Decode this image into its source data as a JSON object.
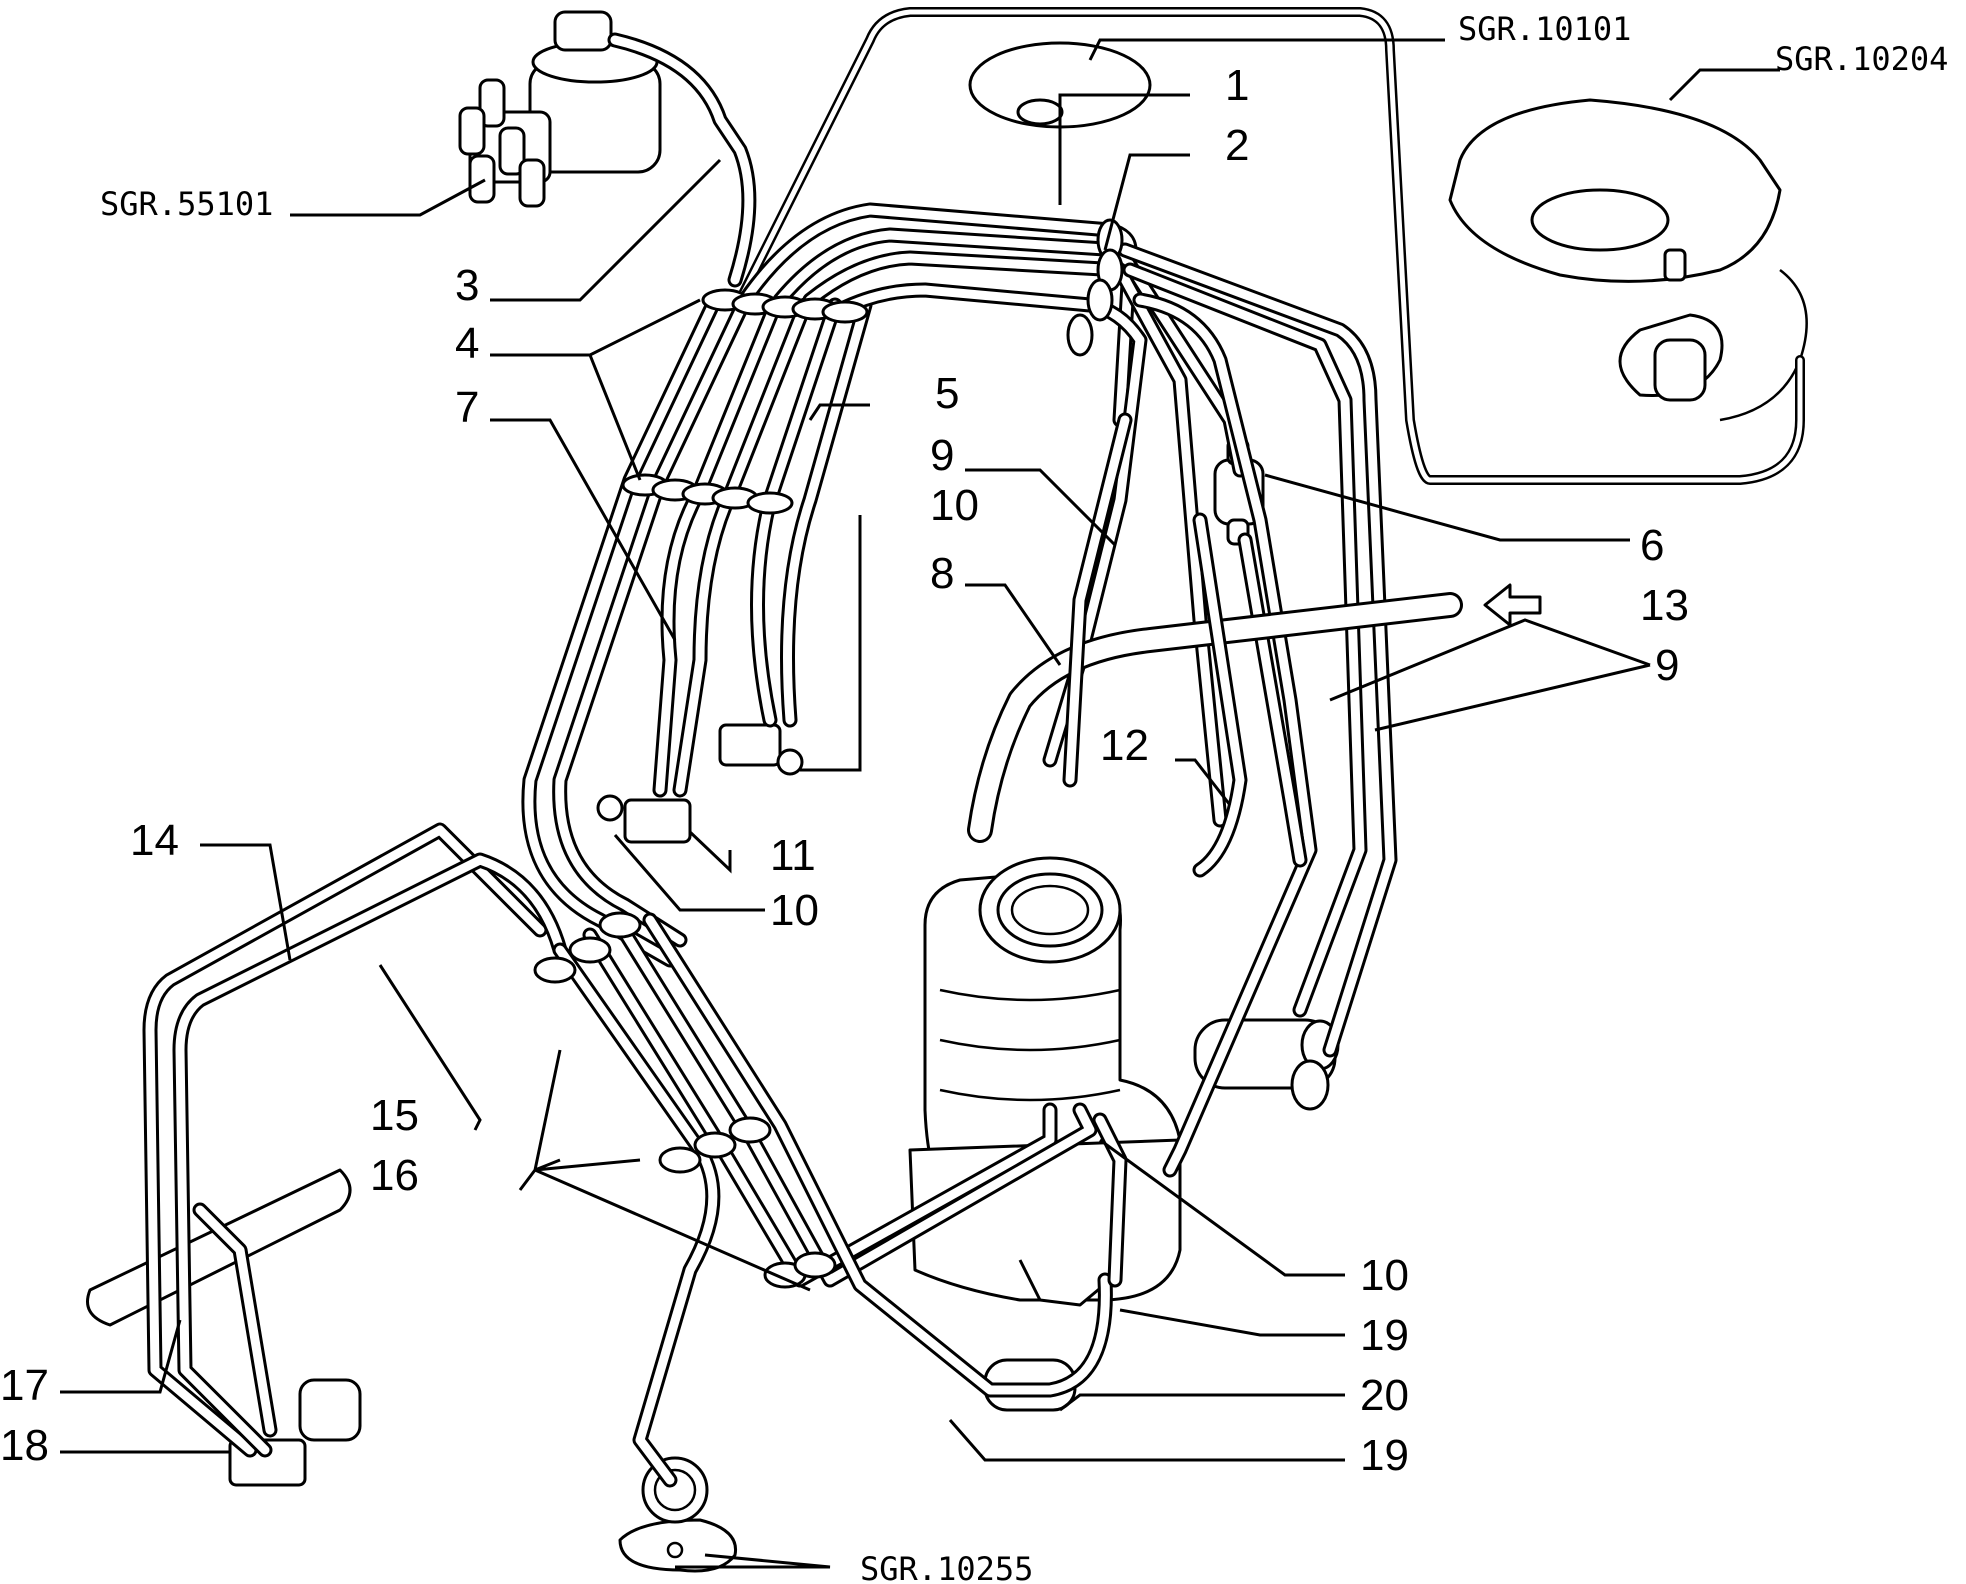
{
  "callouts": [
    {
      "id": "c1",
      "text": "1"
    },
    {
      "id": "c2",
      "text": "2"
    },
    {
      "id": "c3",
      "text": "3"
    },
    {
      "id": "c4",
      "text": "4"
    },
    {
      "id": "c5",
      "text": "5"
    },
    {
      "id": "c6",
      "text": "6"
    },
    {
      "id": "c7",
      "text": "7"
    },
    {
      "id": "c8",
      "text": "8"
    },
    {
      "id": "c9a",
      "text": "9"
    },
    {
      "id": "c9b",
      "text": "9"
    },
    {
      "id": "c10a",
      "text": "10"
    },
    {
      "id": "c10b",
      "text": "10"
    },
    {
      "id": "c10c",
      "text": "10"
    },
    {
      "id": "c11",
      "text": "11"
    },
    {
      "id": "c12",
      "text": "12"
    },
    {
      "id": "c13",
      "text": "13"
    },
    {
      "id": "c14",
      "text": "14"
    },
    {
      "id": "c15",
      "text": "15"
    },
    {
      "id": "c16",
      "text": "16"
    },
    {
      "id": "c17",
      "text": "17"
    },
    {
      "id": "c18",
      "text": "18"
    },
    {
      "id": "c19a",
      "text": "19"
    },
    {
      "id": "c19b",
      "text": "19"
    },
    {
      "id": "c20",
      "text": "20"
    }
  ],
  "references": [
    {
      "id": "r1",
      "text": "SGR.10101"
    },
    {
      "id": "r2",
      "text": "SGR.10204"
    },
    {
      "id": "r3",
      "text": "SGR.55101"
    },
    {
      "id": "r4",
      "text": "SGR.10255"
    }
  ]
}
